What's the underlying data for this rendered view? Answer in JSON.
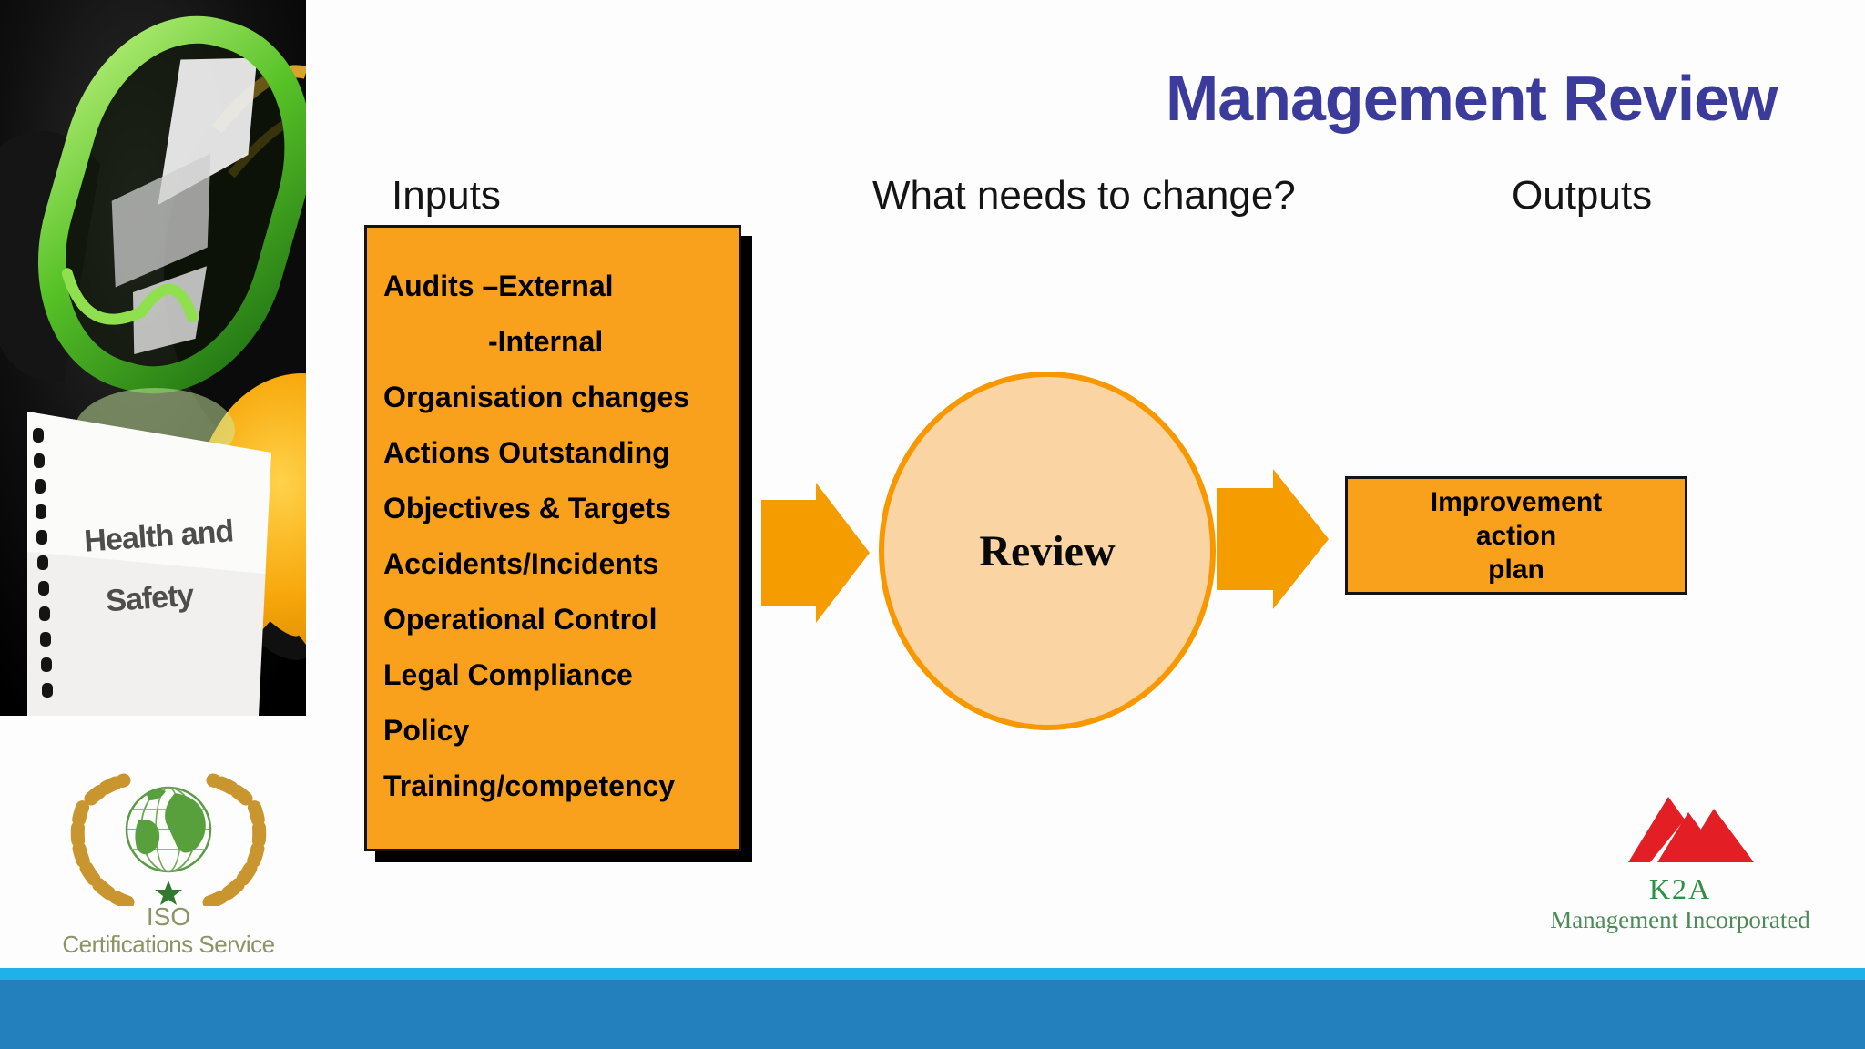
{
  "slide": {
    "title": "Management Review",
    "background_color": "#fdfdfd"
  },
  "columns": {
    "inputs_label": "Inputs",
    "change_label": "What needs to change?",
    "outputs_label": "Outputs"
  },
  "inputs_box": {
    "items": [
      "Audits –External",
      "-Internal",
      "Organisation changes",
      "Actions Outstanding",
      "Objectives & Targets",
      "Accidents/Incidents",
      "Operational Control",
      "Legal Compliance",
      "Policy",
      "Training/competency"
    ]
  },
  "review_circle": {
    "label": "Review"
  },
  "improvement_box": {
    "lines": [
      "Improvement",
      "action",
      "plan"
    ]
  },
  "photo": {
    "caption_line1": "Health and",
    "caption_line2": "Safety"
  },
  "iso_logo": {
    "line1": "ISO",
    "line2": "Certifications Service"
  },
  "k2a_logo": {
    "line1": "K2A",
    "line2": "Management Incorporated"
  },
  "colors": {
    "title_blue": "#3b3b9c",
    "box_orange": "#f9a11d",
    "arrow_orange": "#f59c00",
    "circle_fill": "#fbd4a3",
    "circle_border": "#f79800",
    "footer_bar_top": "#1fb1e7",
    "footer_bar_main": "#2480bd",
    "iso_text_green": "#8a9464",
    "k2a_text_green": "#2f8f47",
    "k2a_red": "#e41e25"
  }
}
